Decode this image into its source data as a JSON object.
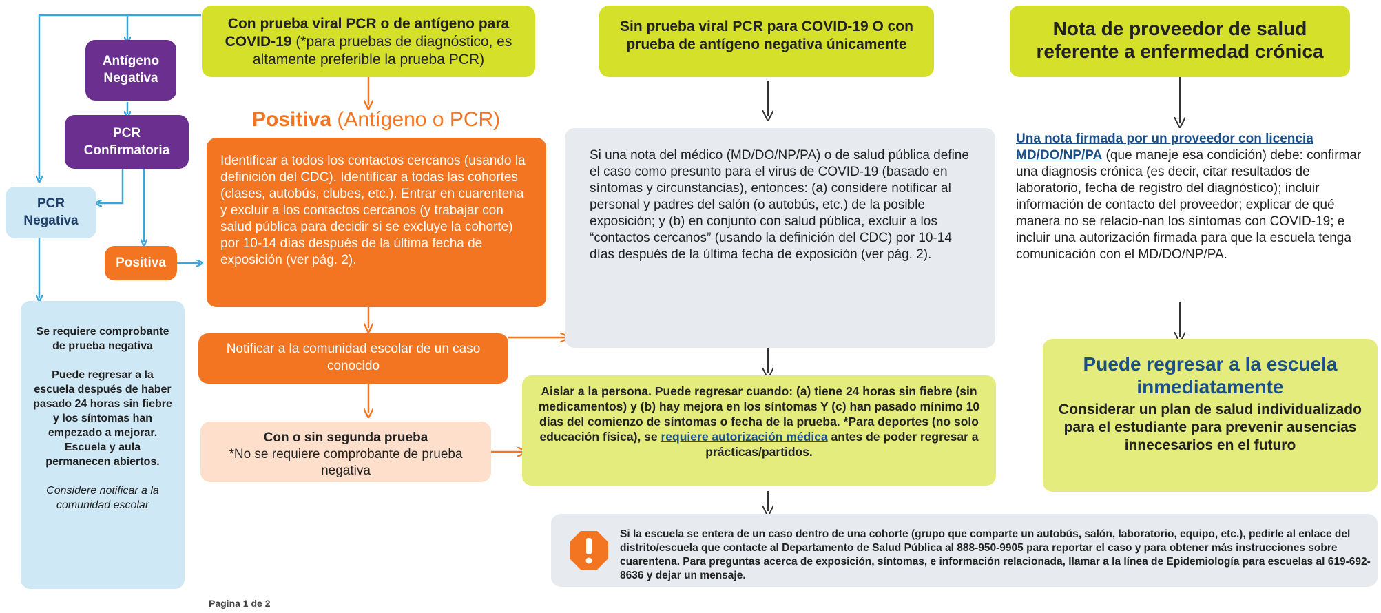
{
  "top": {
    "box1_bold": "Con prueba viral PCR o de antígeno para COVID-19",
    "box1_normal": " (*para pruebas de diagnóstico, es altamente preferible la prueba PCR)",
    "box2": "Sin prueba viral PCR para COVID-19 O con prueba de antígeno negativa únicamente",
    "box3": "Nota de proveedor de salud referente a enfermedad crónica"
  },
  "left": {
    "antigeno_negativa": "Antígeno Negativa",
    "pcr_confirmatoria": "PCR Confirmatoria",
    "pcr_negativa": "PCR Negativa",
    "positiva_small": "Positiva",
    "blue_box": {
      "p1": "Se requiere comprobante de prueba negativa",
      "p2": "Puede regresar a la escuela después de haber pasado 24 horas sin fiebre y los síntomas han empezado a mejorar. Escuela y aula permanecen abiertos.",
      "p3": "Considere notificar a la comunidad escolar"
    }
  },
  "positive": {
    "heading_bold": "Positiva",
    "heading_normal": " (Antígeno o PCR)",
    "body": "Identificar a todos los contactos cercanos (usando la definición del CDC). Identificar a todas las cohortes (clases, autobús, clubes, etc.). Entrar en cuarentena y excluir a los contactos cercanos (y trabajar con salud pública para decidir si se excluye la cohorte) por 10-14 días después de la última fecha de exposición (ver pág. 2).",
    "notify": "Notificar a la comunidad escolar de un caso conocido",
    "second_test_bold": "Con o sin segunda prueba",
    "second_test_normal": "*No se requiere comprobante de prueba negativa"
  },
  "middle": {
    "grey_text": "Si una nota del médico (MD/DO/NP/PA) o de salud pública define el caso como presunto para el virus de COVID-19 (basado en síntomas y circunstancias), entonces: (a) considere notificar al personal y padres del salón (o autobús, etc.) de la posible exposición; y (b) en conjunto con salud pública, excluir a los “contactos cercanos” (usando la definición del CDC) por 10-14 días después de la última fecha de exposición (ver pág. 2).",
    "isolate_1": "Aislar a la persona. Puede regresar cuando: (a) tiene 24 horas sin fiebre (sin medicamentos) y (b) hay mejora en los síntomas Y (c) han pasado mínimo 10 días del comienzo de síntomas o fecha de la prueba. *Para deportes (no solo educación física), se ",
    "isolate_link": "requiere autorización médica",
    "isolate_2": " antes de poder regresar a prácticas/partidos."
  },
  "right": {
    "note_link": "Una nota firmada por un proveedor con licencia MD/DO/NP/PA",
    "note_text": " (que maneje esa condición) debe: confirmar una diagnosis crónica (es decir, citar resultados de laboratorio, fecha de registro del diagnóstico); incluir información de contacto del proveedor; explicar de qué manera no se relacio-nan los síntomas con COVID-19; e incluir una autorización firmada para que la escuela tenga comunicación con el MD/DO/NP/PA.",
    "return_title": "Puede regresar a la escuela inmediatamente",
    "return_sub": "Considerar un plan de salud individualizado para el estudiante para prevenir ausencias innecesarios en el futuro"
  },
  "bottom": {
    "alert_text": "Si la escuela se entera de un caso dentro de una cohorte (grupo que comparte un autobús, salón, laboratorio, equipo, etc.), pedirle al enlace del distrito/escuela que contacte al Departamento de Salud Pública al 888-950-9905 para reportar el caso y para obtener más instrucciones sobre cuarentena. Para preguntas acerca de exposición, síntomas, e información relacionada, llamar a la línea de Epidemiología para escuelas al 619-692-8636 y dejar un mensaje.",
    "page": "Pagina 1 de 2",
    "alert_icon": "exclamation-octagon-icon"
  },
  "colors": {
    "lime": "#d5e02b",
    "orange": "#f47521",
    "purple": "#6b2f8f",
    "light_blue": "#cfe8f6",
    "arrow_blue": "#3aa6dd",
    "navy": "#1a4f8a"
  }
}
